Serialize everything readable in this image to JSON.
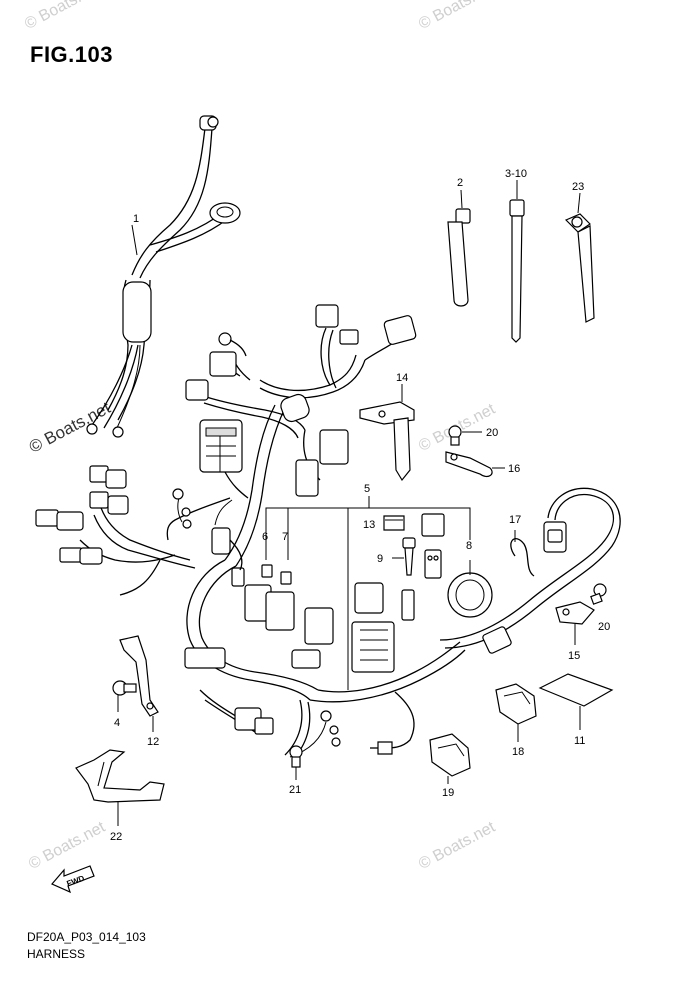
{
  "figure": {
    "title": "FIG.103",
    "code": "DF20A_P03_014_103",
    "name": "HARNESS"
  },
  "watermarks": [
    "© Boats.net",
    "© Boats.net",
    "© Boats.net",
    "© Boats.net",
    "© Boats.net",
    "© Boats.net"
  ],
  "direction_label": "FWD",
  "callouts": [
    "1",
    "2",
    "3-10",
    "23",
    "14",
    "20",
    "16",
    "5",
    "13",
    "9",
    "8",
    "6",
    "7",
    "17",
    "20",
    "15",
    "4",
    "12",
    "22",
    "21",
    "19",
    "18",
    "11"
  ]
}
